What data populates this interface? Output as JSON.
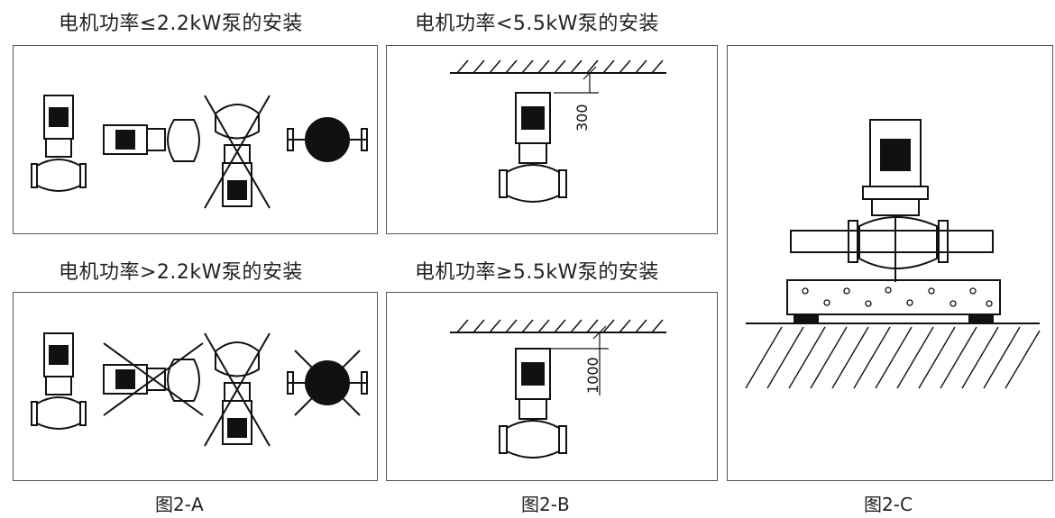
{
  "captions": {
    "a_top": "电机功率≤2.2kW泵的安装",
    "a_bottom": "电机功率>2.2kW泵的安装",
    "b_top": "电机功率<5.5kW泵的安装",
    "b_bottom": "电机功率≥5.5kW泵的安装"
  },
  "dimensions": {
    "b_top_clearance": "300",
    "b_bottom_clearance": "1000"
  },
  "figure_labels": {
    "a": "图2-A",
    "b": "图2-B",
    "c": "图2-C"
  }
}
